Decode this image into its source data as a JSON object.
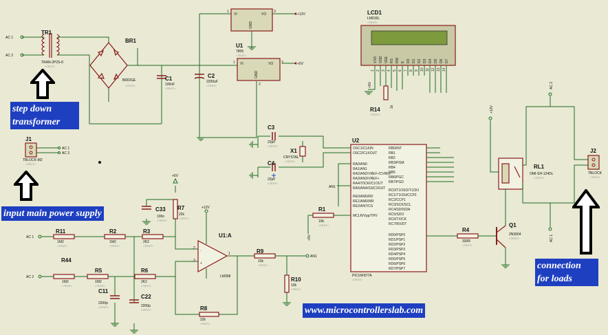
{
  "annotations": {
    "stepdown": [
      "step down",
      "transformer"
    ],
    "input": "input main power supply",
    "loads": [
      "connection",
      "for loads"
    ],
    "website": "www.microcontrollerslab.com"
  },
  "components": {
    "tr1": {
      "ref": "TR1",
      "value": "TRAN-2P2S-8"
    },
    "br1": {
      "ref": "BR1",
      "value": "BRIDGE"
    },
    "c1": {
      "ref": "C1",
      "value": "100nF"
    },
    "c2": {
      "ref": "C2",
      "value": "2200uF"
    },
    "u1": {
      "ref": "U1",
      "value": "7805"
    },
    "lcd1": {
      "ref": "LCD1",
      "value": "LM016L"
    },
    "r14": {
      "ref": "R14",
      "value": "1k"
    },
    "c3": {
      "ref": "C3",
      "value": "22pF"
    },
    "c4": {
      "ref": "C4",
      "value": "22pF"
    },
    "x1": {
      "ref": "X1",
      "value": "CRYSTAL"
    },
    "u2": {
      "ref": "U2",
      "value": "PIC16F877A"
    },
    "r1": {
      "ref": "R1",
      "value": "10k"
    },
    "r4": {
      "ref": "R4",
      "value": "330R"
    },
    "q1": {
      "ref": "Q1",
      "value": "2N3904"
    },
    "rl1": {
      "ref": "RL1",
      "value": "OMI-SH-124DL"
    },
    "j1": {
      "ref": "J1",
      "value": "TBLOCK-M2"
    },
    "j2": {
      "ref": "J2",
      "value": "TBLOCK"
    },
    "r11": {
      "ref": "R11",
      "value": "1M2"
    },
    "r2": {
      "ref": "R2",
      "value": "1M2"
    },
    "r3": {
      "ref": "R3",
      "value": "2K2"
    },
    "r44": {
      "ref": "R44",
      "value": "1M2"
    },
    "r5": {
      "ref": "R5",
      "value": "1M2"
    },
    "r6": {
      "ref": "R6",
      "value": "2K2"
    },
    "c33": {
      "ref": "C33",
      "value": "100n"
    },
    "r7": {
      "ref": "R7",
      "value": "22k"
    },
    "u1a": {
      "ref": "U1:A",
      "value": "LM358"
    },
    "r9": {
      "ref": "R9",
      "value": "10k"
    },
    "r10": {
      "ref": "R10",
      "value": "10k"
    },
    "c11": {
      "ref": "C11",
      "value": "2200p"
    },
    "c22": {
      "ref": "C22",
      "value": "2200p"
    },
    "r8": {
      "ref": "R8",
      "value": "22k"
    }
  },
  "net_labels": {
    "ac1": "AC 1",
    "ac2": "AC 2",
    "v12": "+12V",
    "v5": "+5V",
    "an1": "AN1",
    "placeholder": "<TEXT>"
  },
  "pic_pins_left": [
    "OSC1/CLKIN",
    "OSC2/CLKOUT",
    "RA0/AN0",
    "RA1/AN1",
    "RA2/AN2/VREF-/CVREF",
    "RA3/AN3/VREF+",
    "RA4/T0CKI/C1OUT",
    "RA5/AN4/SS/C2OUT",
    "RE0/AN5/RD",
    "RE1/AN6/WR",
    "RE2/AN7/CS",
    "MCLR/Vpp/THV"
  ],
  "pic_pins_right": [
    "RB0/INT",
    "RB1",
    "RB2",
    "RB3/PGM",
    "RB4",
    "RB5",
    "RB6/PGC",
    "RB7/PGD",
    "RC0/T1OSO/T1CKI",
    "RC1/T1OSI/CCP2",
    "RC2/CCP1",
    "RC3/SCK/SCL",
    "RC4/SDI/SDA",
    "RC5/SDO",
    "RC6/TX/CK",
    "RC7/RX/DT",
    "RD0/PSP0",
    "RD1/PSP1",
    "RD2/PSP2",
    "RD3/PSP3",
    "RD4/PSP4",
    "RD5/PSP5",
    "RD6/PSP6",
    "RD7/PSP7"
  ],
  "lcd_pins": [
    "VSS",
    "VDD",
    "VEE",
    "RS",
    "RW",
    "E",
    "D0",
    "D1",
    "D2",
    "D3",
    "D4",
    "D5",
    "D6",
    "D7"
  ],
  "colors": {
    "background": "#e9e9d4",
    "wire": "#1f6b1f",
    "component": "#8b1a1a",
    "note": "#1e3fc0",
    "lcd_screen": "#7d9a3c"
  }
}
